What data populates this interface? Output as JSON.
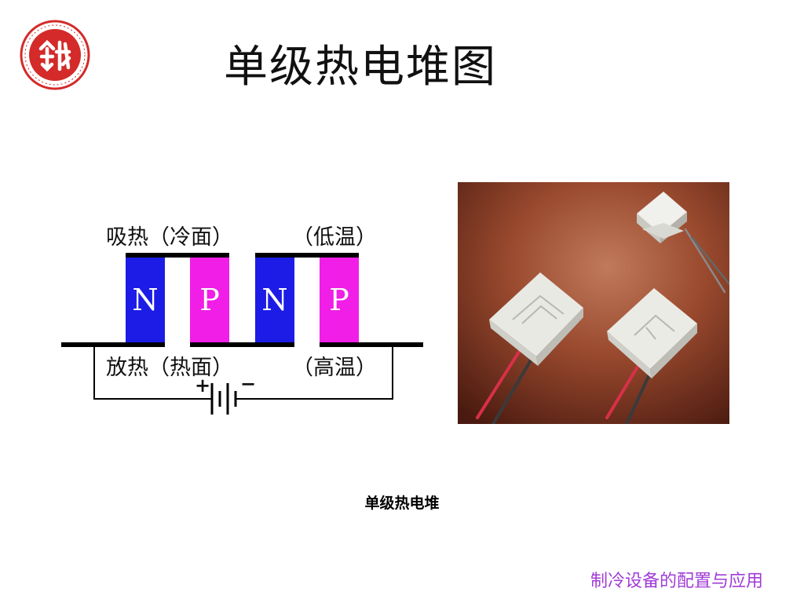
{
  "slide": {
    "title": "单级热电堆图",
    "caption": "单级热电堆",
    "footer": "制冷设备的配置与应用"
  },
  "logo": {
    "icon": "university-seal-icon",
    "color": "#d42a2a"
  },
  "diagram": {
    "label_top_left": "吸热（冷面）",
    "label_top_right": "（低温）",
    "label_bottom_left": "放热（热面）",
    "label_bottom_right": "（高温）",
    "legs": [
      {
        "label": "N",
        "color": "#1c1ce6"
      },
      {
        "label": "P",
        "color": "#f01ee6"
      },
      {
        "label": "N",
        "color": "#1c1ce6"
      },
      {
        "label": "P",
        "color": "#f01ee6"
      }
    ],
    "battery_plus": "+",
    "battery_minus": "−"
  },
  "photo": {
    "icon": "thermoelectric-modules-photo"
  }
}
